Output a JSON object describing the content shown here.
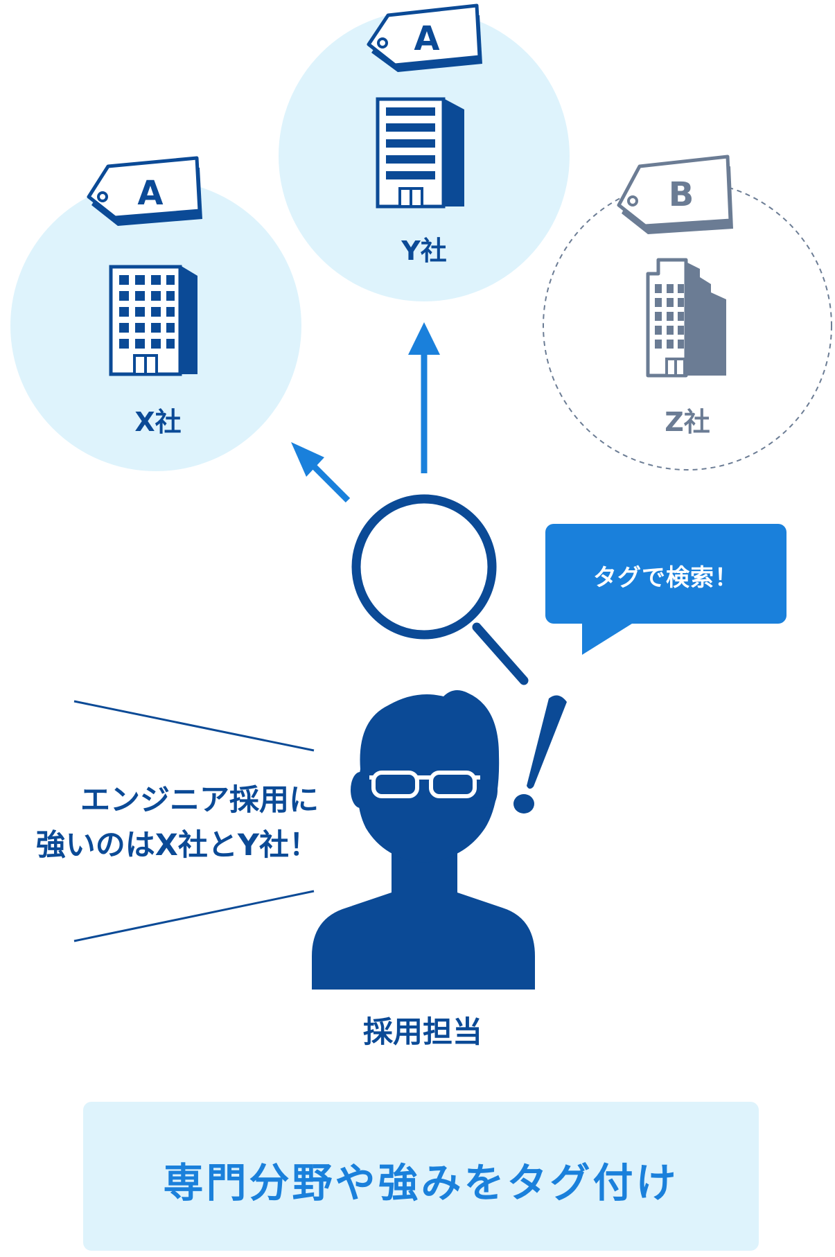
{
  "companies": {
    "x": {
      "name": "X社",
      "tag": "A"
    },
    "y": {
      "name": "Y社",
      "tag": "A"
    },
    "z": {
      "name": "Z社",
      "tag": "B"
    }
  },
  "bubble": {
    "text": "タグで検索！"
  },
  "quote": {
    "line1": "エンジニア採用に",
    "line2": "強いのはX社とY社！"
  },
  "person": {
    "label": "採用担当"
  },
  "banner": {
    "text": "専門分野や強みをタグ付け"
  },
  "colors": {
    "navy": "#0b4a96",
    "blue": "#1a80db",
    "light_circle": "#def3fc",
    "gray": "#6b7c94"
  },
  "icons": [
    "tag-icon",
    "building-icon",
    "magnifier-icon",
    "arrow-icon",
    "exclamation-icon",
    "person-icon"
  ]
}
